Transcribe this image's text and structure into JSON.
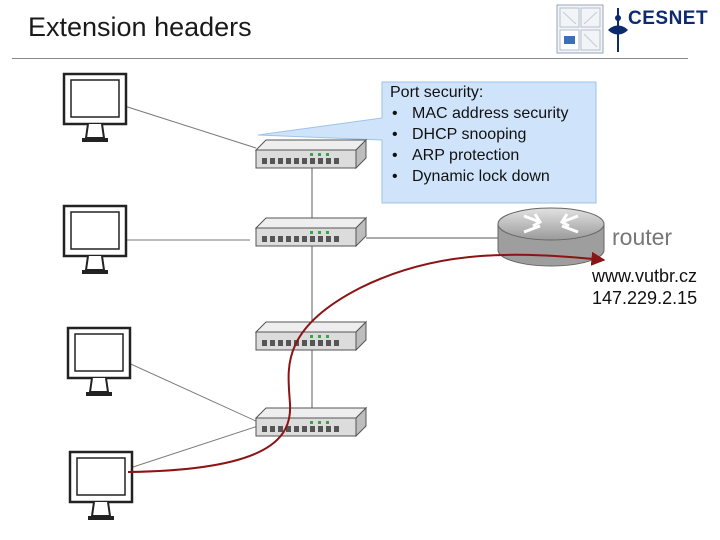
{
  "slide": {
    "title": "Extension headers"
  },
  "logo": {
    "text": "CESNET"
  },
  "callout": {
    "heading": "Port security:",
    "items": [
      "MAC address security",
      "DHCP snooping",
      "ARP protection",
      "Dynamic lock down"
    ],
    "fill_color": "#cfe4fb",
    "border_color": "#9ec3ea"
  },
  "router": {
    "label": "router"
  },
  "destination": {
    "host": "www.vutbr.cz",
    "ip": "147.229.2.15"
  },
  "colors": {
    "path": "#8b1414",
    "link": "#7a7a7a",
    "switch": "#d8d8d8",
    "router": "#b8b8b8"
  }
}
